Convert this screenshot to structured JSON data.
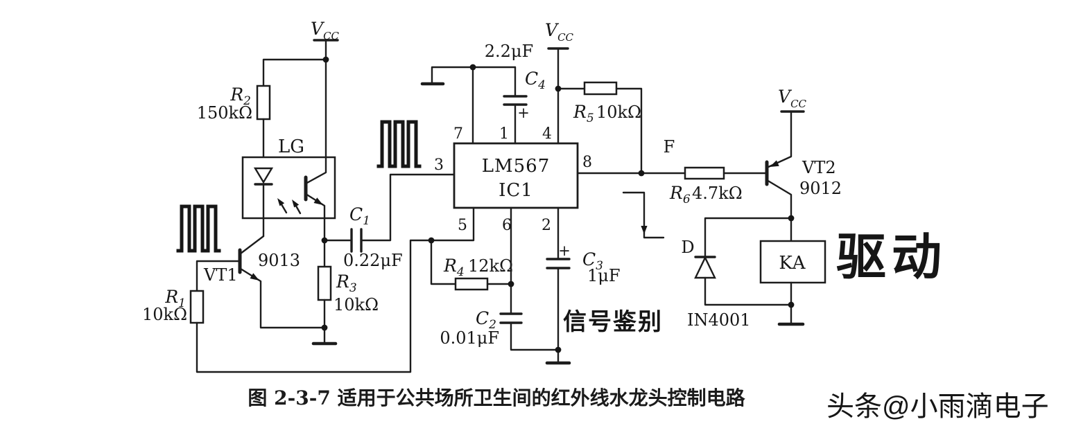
{
  "colors": {
    "line": "#1c1c1c",
    "annotation_red": "#dd5a55",
    "drive_red": "#e23b33",
    "caption": "#1b1b1b",
    "watermark_gray": "#9c9c9c",
    "background": "#ffffff"
  },
  "power": {
    "vcc": {
      "sym": "V",
      "sub": "CC"
    }
  },
  "components": {
    "r1": {
      "sym": "R",
      "sub": "1",
      "value": "10kΩ"
    },
    "r2": {
      "sym": "R",
      "sub": "2",
      "value": "150kΩ"
    },
    "r3": {
      "sym": "R",
      "sub": "3",
      "value": "10kΩ"
    },
    "r4": {
      "sym": "R",
      "sub": "4",
      "value": "12kΩ"
    },
    "r5": {
      "sym": "R",
      "sub": "5",
      "value": "10kΩ"
    },
    "r6": {
      "sym": "R",
      "sub": "6",
      "value": "4.7kΩ"
    },
    "c1": {
      "sym": "C",
      "sub": "1",
      "value": "0.22μF"
    },
    "c2": {
      "sym": "C",
      "sub": "2",
      "value": "0.01μF"
    },
    "c3": {
      "sym": "C",
      "sub": "3",
      "value": "1μF",
      "polarity": "+"
    },
    "c4": {
      "sym": "C",
      "sub": "4",
      "value": "2.2μF",
      "polarity": "+"
    },
    "vt1": {
      "name": "VT1",
      "type": "9013"
    },
    "vt2": {
      "name": "VT2",
      "type": "9012"
    },
    "diode": {
      "name": "D",
      "type": "IN4001"
    },
    "relay": {
      "label": "KA"
    },
    "optocoupler": {
      "label": "LG"
    },
    "ic": {
      "name": "LM567",
      "designator": "IC1",
      "pins": {
        "p1": "1",
        "p2": "2",
        "p3": "3",
        "p4": "4",
        "p5": "5",
        "p6": "6",
        "p7": "7",
        "p8": "8"
      }
    }
  },
  "net_labels": {
    "f": "F"
  },
  "annotations": {
    "signal_discrimination": "信号鉴别",
    "drive": "驱动"
  },
  "caption": "图 2-3-7  适用于公共场所卫生间的红外线水龙头控制电路",
  "watermark": "头条@小雨滴电子"
}
